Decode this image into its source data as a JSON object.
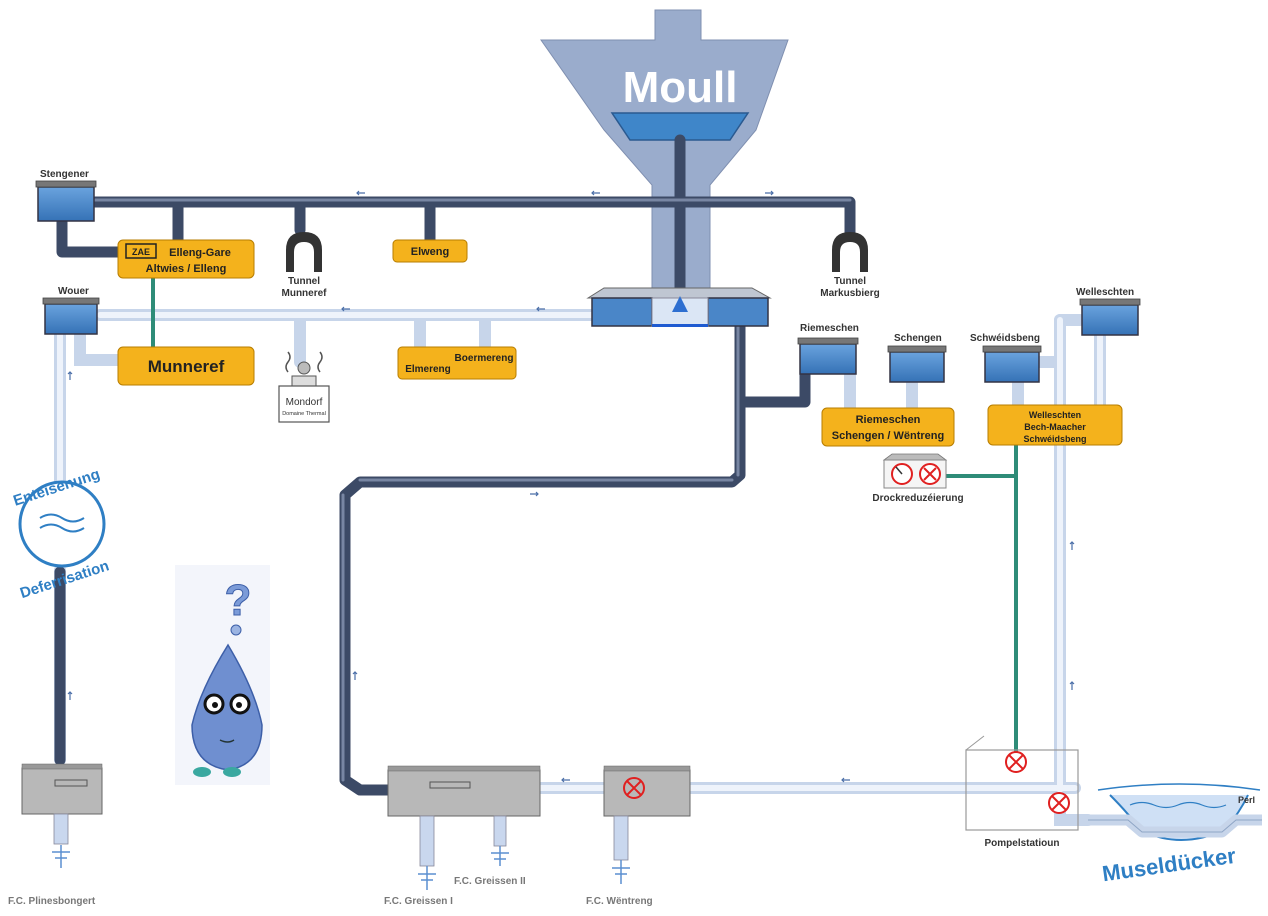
{
  "tower": {
    "title": "Moull"
  },
  "reservoirs": {
    "stengener": "Stengener",
    "wouer": "Wouer",
    "riemeschen": "Riemeschen",
    "schengen": "Schengen",
    "schweidsbeng": "Schwéidsbeng",
    "welleschten": "Welleschten"
  },
  "consumers": {
    "ellengGare_badge": "ZAE",
    "ellengGare_l1": "Elleng-Gare",
    "ellengGare_l2": "Altwies / Elleng",
    "elweng": "Elweng",
    "munneref": "Munneref",
    "boermereng": "Boermereng",
    "elmereng": "Elmereng",
    "riemeschenBox_l1": "Riemeschen",
    "riemeschenBox_l2": "Schengen / Wëntreng",
    "welleschtenBox_l1": "Welleschten",
    "welleschtenBox_l2": "Bech-Maacher",
    "welleschtenBox_l3": "Schwéidsbeng"
  },
  "tunnels": {
    "munneref_l1": "Tunnel",
    "munneref_l2": "Munneref",
    "markusbierg_l1": "Tunnel",
    "markusbierg_l2": "Markusbierg"
  },
  "mondorf": {
    "l1": "Mondorf",
    "l2": "Domaine Thermal"
  },
  "deferrisation": {
    "top": "Enteisenung",
    "bottom": "Deferrisation"
  },
  "pressure": {
    "label": "Drockreduzéierung"
  },
  "pumpingStation": {
    "label": "Pompelstatioun"
  },
  "muselducker": {
    "label": "Museldücker",
    "perl": "Perl"
  },
  "wells": {
    "plinesbongert": "F.C. Plinesbongert",
    "greissen1": "F.C. Greissen I",
    "greissen2": "F.C. Greissen II",
    "wentreng": "F.C. Wëntreng"
  },
  "colors": {
    "pipe_dark": "#3c4a66",
    "pipe_light": "#dde7f6",
    "reservoir": "#4a86c8",
    "consumer": "#f4b21c",
    "tower": "#9aaccc",
    "river": "#2f7fc4",
    "alert": "#e02020"
  }
}
